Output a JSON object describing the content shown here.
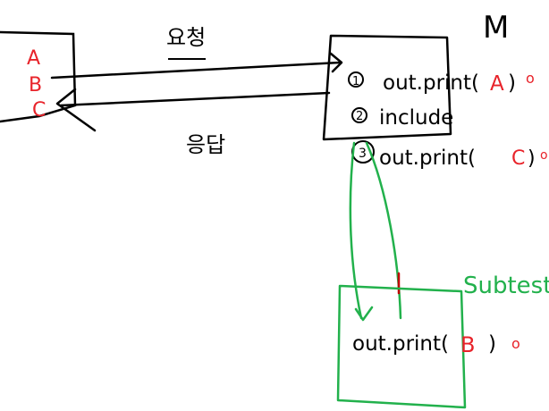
{
  "colors": {
    "ink": "#000000",
    "red": "#e8232a",
    "green": "#22b14c",
    "background": "#ffffff"
  },
  "left_box": {
    "letters": [
      "A",
      "B",
      "C"
    ]
  },
  "arrows": {
    "forward_label": "요청",
    "backward_label": "응답"
  },
  "main_box": {
    "corner_label": "M",
    "lines": [
      {
        "marker": "1",
        "text": "out.print(",
        "arg": "A",
        "close": ")",
        "tail": "o"
      },
      {
        "marker": "2",
        "text": "include",
        "arg": "",
        "close": "",
        "tail": ""
      },
      {
        "marker": "3",
        "text": "out.print(",
        "arg": "C",
        "close": ")",
        "tail": "o"
      }
    ]
  },
  "sub_box": {
    "label": "Subtest",
    "line": {
      "text": "out.print(",
      "arg": "B",
      "close": ")",
      "tail": "o"
    }
  }
}
